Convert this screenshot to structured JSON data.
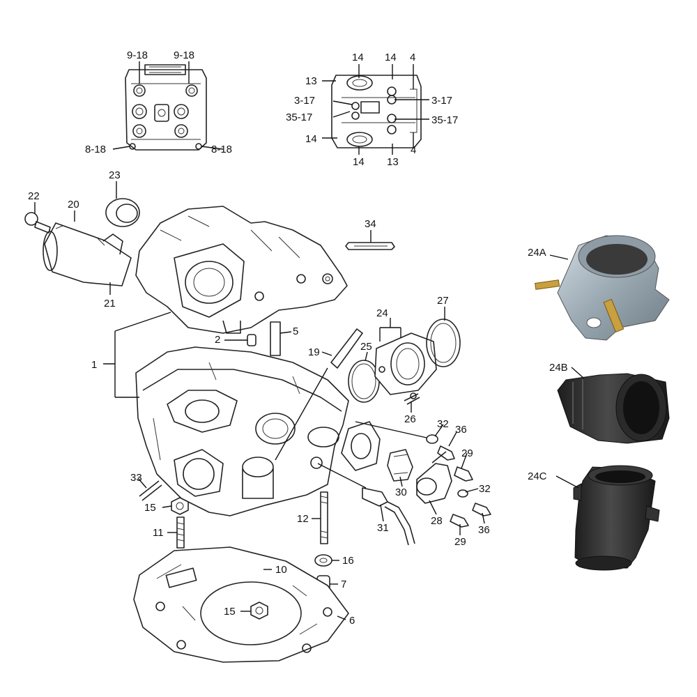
{
  "callouts": {
    "top_left": {
      "c1": "9-18",
      "c2": "9-18",
      "c3": "8-18",
      "c4": "8-18"
    },
    "top_right": {
      "c14a": "14",
      "c14b": "14",
      "c4a": "4",
      "c13a": "13",
      "c3_17a": "3-17",
      "c3_17b": "3-17",
      "c35_17a": "35-17",
      "c35_17b": "35-17",
      "c14c": "14",
      "c4b": "4",
      "c14d": "14",
      "c13b": "13"
    },
    "main": {
      "n22": "22",
      "n20": "20",
      "n23": "23",
      "n21": "21",
      "n34": "34",
      "n1": "1",
      "n2": "2",
      "n5": "5",
      "n19": "19",
      "n25": "25",
      "n24": "24",
      "n27": "27",
      "n26": "26",
      "n32a": "32",
      "n36a": "36",
      "n29a": "29",
      "n30": "30",
      "n32b": "32",
      "n28": "28",
      "n36b": "36",
      "n29b": "29",
      "n31": "31",
      "n33": "33",
      "n15a": "15",
      "n11": "11",
      "n12": "12",
      "n16": "16",
      "n10": "10",
      "n7": "7",
      "n15b": "15",
      "n6": "6"
    },
    "variants": {
      "a": "24A",
      "b": "24B",
      "c": "24C"
    }
  },
  "colors": {
    "metal_light": "#b8c4cc",
    "metal_dark": "#6e7c86",
    "brass": "#c8a040",
    "rubber": "#2a2a2a",
    "rubber_light": "#555555"
  }
}
